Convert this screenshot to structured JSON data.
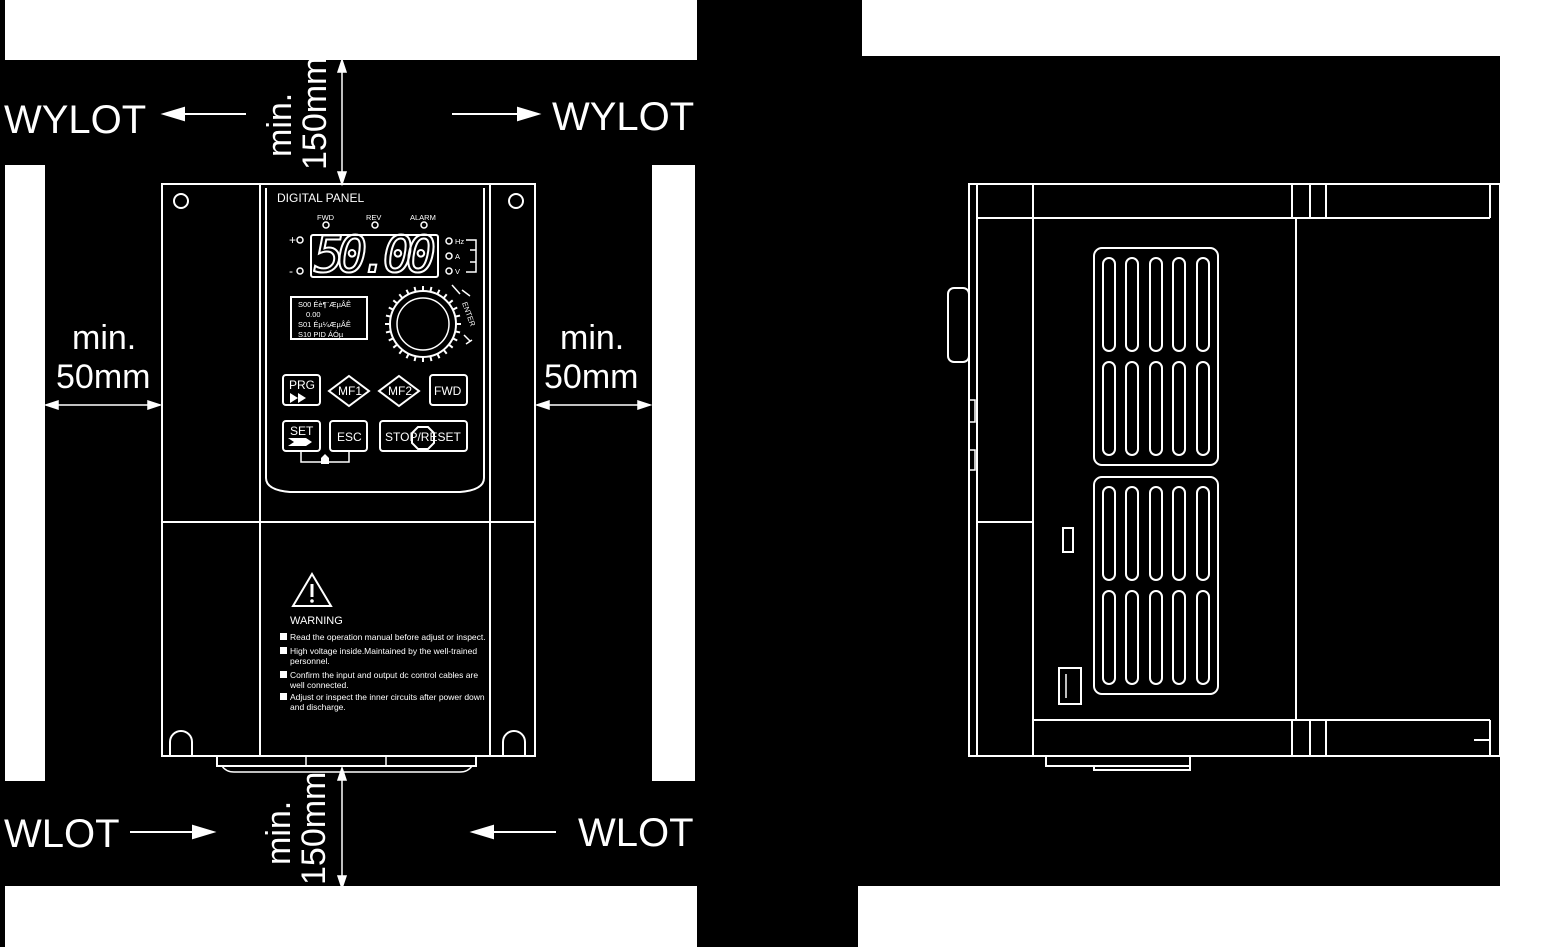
{
  "labels": {
    "outlet_left": "WYLOT",
    "outlet_right": "WYLOT",
    "inlet_left": "WLOT",
    "inlet_right": "WLOT",
    "top_clearance_line1": "min.",
    "top_clearance_line2": "150mm",
    "bottom_clearance_line1": "min.",
    "bottom_clearance_line2": "150mm",
    "left_clearance_line1": "min.",
    "left_clearance_line2": "50mm",
    "right_clearance_line1": "min.",
    "right_clearance_line2": "50mm"
  },
  "panel": {
    "title": "DIGITAL PANEL",
    "led_fwd": "FWD",
    "led_rev": "REV",
    "led_alarm": "ALARM",
    "display_value": "50.00",
    "unit_hz": "Hz",
    "unit_a": "A",
    "unit_v": "V",
    "plus": "+",
    "minus": "-",
    "enter": "ENTER",
    "menu_line1": "S00 Éè¶¨ÆµÂÊ",
    "menu_line2": "0.00",
    "menu_line3": "S01 Éµ¼ÆµÂÊ",
    "menu_line4": "S10 PID ÁÓµ",
    "btn_prg": "PRG",
    "btn_mf1": "MF1",
    "btn_mf2": "MF2",
    "btn_fwd": "FWD",
    "btn_set": "SET",
    "btn_esc": "ESC",
    "btn_stop": "STOP/RESET"
  },
  "warning": {
    "title": "WARNING",
    "item1": "Read the operation manual before adjust or inspect.",
    "item2a": "High voltage inside.Maintained by the well-trained",
    "item2b": "personnel.",
    "item3a": "Confirm the input and output dc  control cables are",
    "item3b": "well connected.",
    "item4a": "Adjust or inspect the inner circuits after power down",
    "item4b": "and discharge."
  }
}
